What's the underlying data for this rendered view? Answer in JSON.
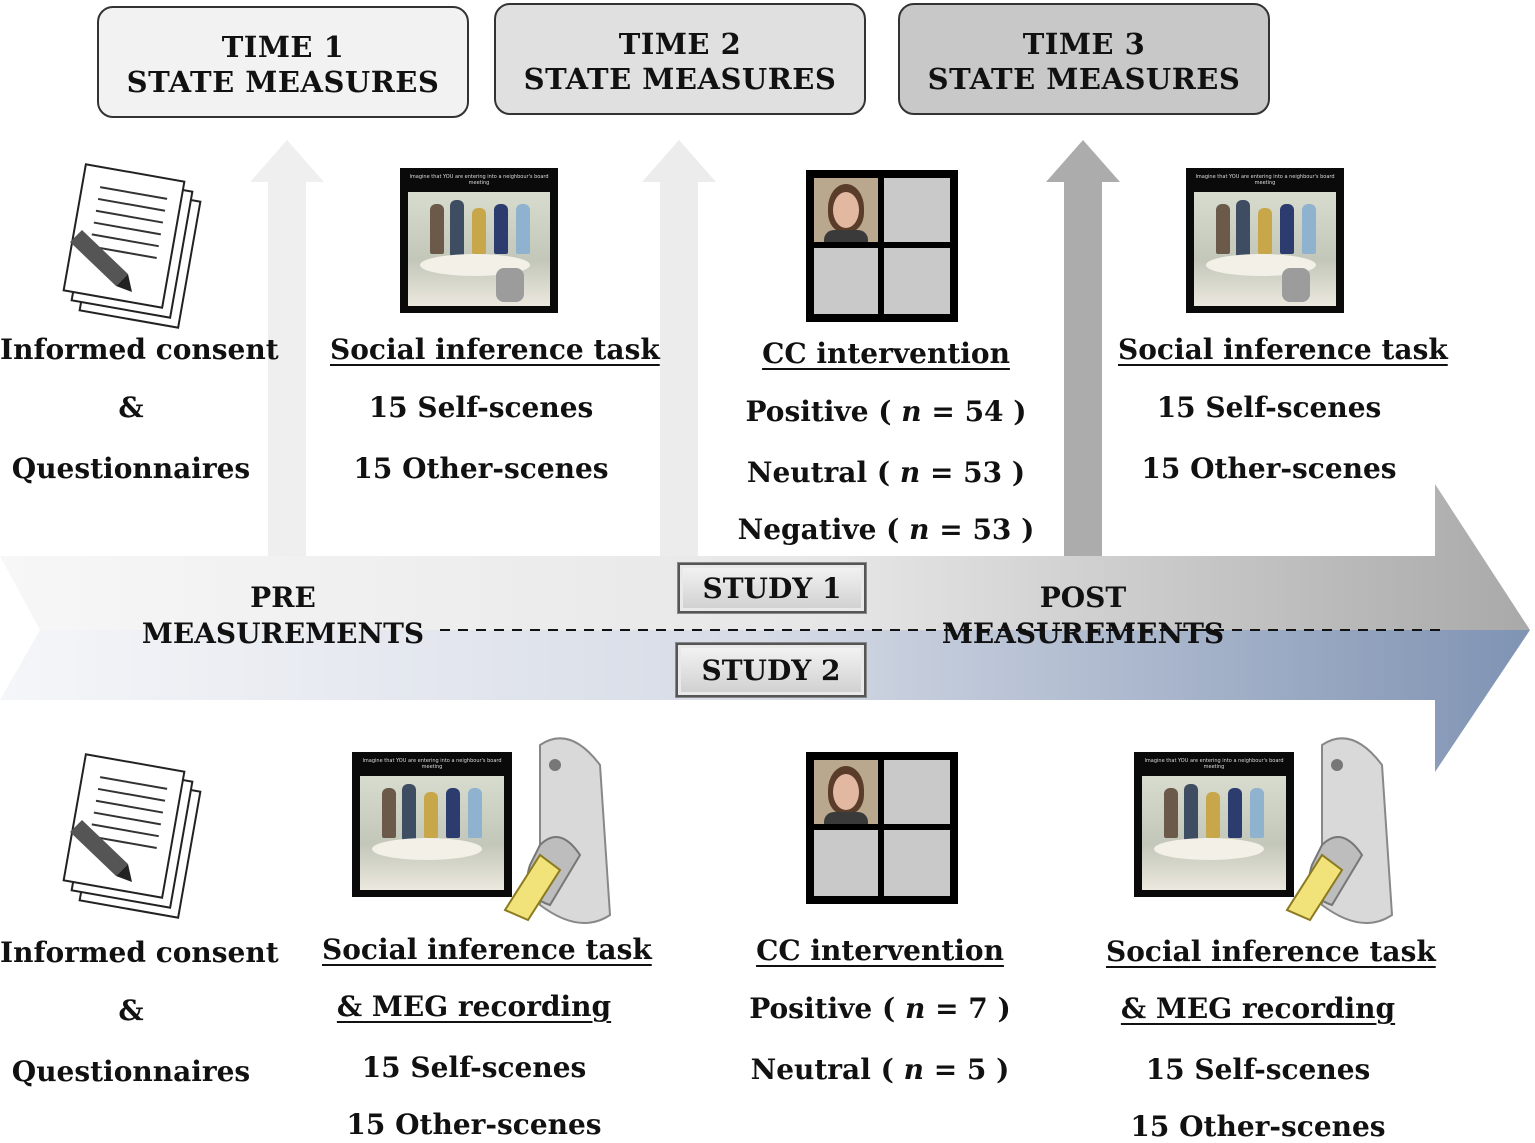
{
  "time_boxes": [
    {
      "line1": "TIME 1",
      "line2": "STATE MEASURES",
      "fill": "#f2f2f2"
    },
    {
      "line1": "TIME 2",
      "line2": "STATE MEASURES",
      "fill": "#e0e0e0"
    },
    {
      "line1": "TIME 3",
      "line2": "STATE MEASURES",
      "fill": "#c8c8c8"
    }
  ],
  "timeline": {
    "pre_line1": "PRE",
    "pre_line2": "MEASUREMENTS",
    "post_line1": "POST",
    "post_line2": "MEASUREMENTS",
    "study1_label": "STUDY 1",
    "study2_label": "STUDY 2",
    "study2_color": "#7f93b3"
  },
  "study1": {
    "consent": {
      "line1": "Informed consent",
      "line2": "&",
      "line3": "Questionnaires"
    },
    "pre_task": {
      "title": "Social inference task",
      "line1": "15 Self-scenes",
      "line2": "15 Other-scenes"
    },
    "intervention": {
      "title": "CC intervention",
      "positive_label": "Positive ( ",
      "positive_n": "n",
      "positive_val": " = 54 )",
      "neutral_label": "Neutral ( ",
      "neutral_n": "n",
      "neutral_val": " = 53 )",
      "negative_label": "Negative ( ",
      "negative_n": "n",
      "negative_val": " = 53 )"
    },
    "post_task": {
      "title": "Social inference task",
      "line1": "15 Self-scenes",
      "line2": "15 Other-scenes"
    }
  },
  "study2": {
    "consent": {
      "line1": "Informed consent",
      "line2": "&",
      "line3": "Questionnaires"
    },
    "pre_task": {
      "title": "Social inference task",
      "title2": "& MEG recording",
      "line1": "15 Self-scenes",
      "line2": "15 Other-scenes"
    },
    "intervention": {
      "title": "CC intervention",
      "positive_label": "Positive ( ",
      "positive_n": "n",
      "positive_val": " = 7 )",
      "neutral_label": "Neutral ( ",
      "neutral_n": "n",
      "neutral_val": " = 5 )"
    },
    "post_task": {
      "title": "Social inference task",
      "title2": "& MEG recording",
      "line1": "15 Self-scenes",
      "line2": "15 Other-scenes"
    }
  },
  "stimulus_caption": "Imagine that YOU are entering into a neighbour's board meeting",
  "icons": [
    "document-pen-icon",
    "meg-scanner-icon",
    "face-grid-icon",
    "social-scene-image"
  ]
}
